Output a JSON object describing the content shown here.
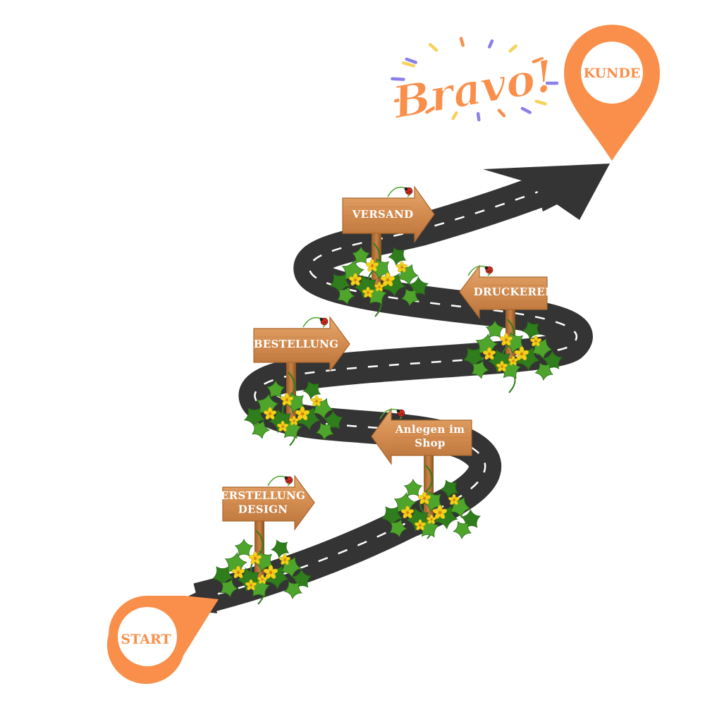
{
  "colors": {
    "road": "#343434",
    "road_edge": "#2a2a2a",
    "lane": "#ffffff",
    "pin": "#f98f4a",
    "wood": "#d8935a",
    "wood_dark": "#a9672e",
    "leaf": "#4fa52c",
    "leaf_dark": "#2f7d1c",
    "flower": "#f2d21c",
    "bravo": "#f98f4a",
    "burst": [
      "#8b7fe8",
      "#f7d25c",
      "#f98f4a"
    ]
  },
  "celebration": {
    "text": "Bravo!"
  },
  "pins": {
    "start": {
      "label": "START",
      "icon": "map-pin-icon"
    },
    "end": {
      "label": "KUNDE",
      "icon": "map-pin-icon"
    }
  },
  "signs": [
    {
      "id": "erstellung-design",
      "lines": [
        "ERSTELLUNG",
        "DESIGN"
      ],
      "direction": "right"
    },
    {
      "id": "anlegen-im-shop",
      "lines": [
        "Anlegen im",
        "Shop"
      ],
      "direction": "left"
    },
    {
      "id": "bestellung",
      "lines": [
        "BESTELLUNG"
      ],
      "direction": "right"
    },
    {
      "id": "druckerei",
      "lines": [
        "DRUCKEREI"
      ],
      "direction": "left"
    },
    {
      "id": "versand",
      "lines": [
        "VERSAND"
      ],
      "direction": "right"
    }
  ]
}
